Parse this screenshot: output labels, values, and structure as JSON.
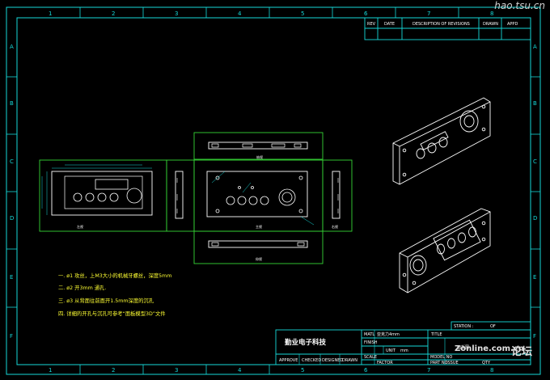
{
  "border": {
    "top_zones": [
      "1",
      "2",
      "3",
      "4",
      "5",
      "6",
      "7",
      "8"
    ],
    "bottom_zones": [
      "1",
      "2",
      "3",
      "4",
      "5",
      "6",
      "7",
      "8"
    ],
    "left_zones": [
      "A",
      "B",
      "C",
      "D",
      "E",
      "F"
    ],
    "right_zones": [
      "A",
      "B",
      "C",
      "D",
      "E",
      "F"
    ]
  },
  "revision_table": {
    "headers": [
      "REV",
      "DATE",
      "DESCRIPTION OF REVISIONS",
      "DRAWN",
      "APPD"
    ]
  },
  "views": {
    "top_view_label": "俯视",
    "left_view_label": "左视",
    "front_view_label": "主视",
    "right_view_label": "右视",
    "bottom_view_label": "仰视"
  },
  "notes": [
    "一. ø1 攻丝，上M3大小的机械牙螺丝，深度5mm",
    "二. ø2 开3mm 通孔.",
    "三. ø3 从背面往前面开1.5mm深度的沉孔",
    "四. 详细的开孔与沉孔可参考“面板模型3D”文件"
  ],
  "title_block": {
    "company": "勤业电子科技",
    "station_label": "STATION :",
    "station_value": "OF",
    "matl_label": "MATL",
    "matl_value": "亚克力4mm",
    "finish_label": "FINISH",
    "unit_label": "UNIT",
    "unit_value": "mm",
    "title_label": "TITLE",
    "title_value": "面板图",
    "model_no_label": "MODEL NO",
    "part_no_label": "PART NO",
    "issue_label": "ISSUE",
    "factor_label": "FACTOR",
    "qty_label": "QTY",
    "scale_label": "SCALE",
    "signoff": [
      "APPROVE",
      "CHECKED",
      "DESIGNED",
      "DRAWN"
    ]
  },
  "watermarks": {
    "top_right": "hao.tsu.cn",
    "bottom_site": "Zonline.com.cn",
    "bottom_forum": "论坛"
  },
  "colors": {
    "frame": "#16d9d9",
    "drawing": "#ffffff",
    "view_box": "#35d435",
    "notes": "#ffff33",
    "background": "#000000"
  }
}
